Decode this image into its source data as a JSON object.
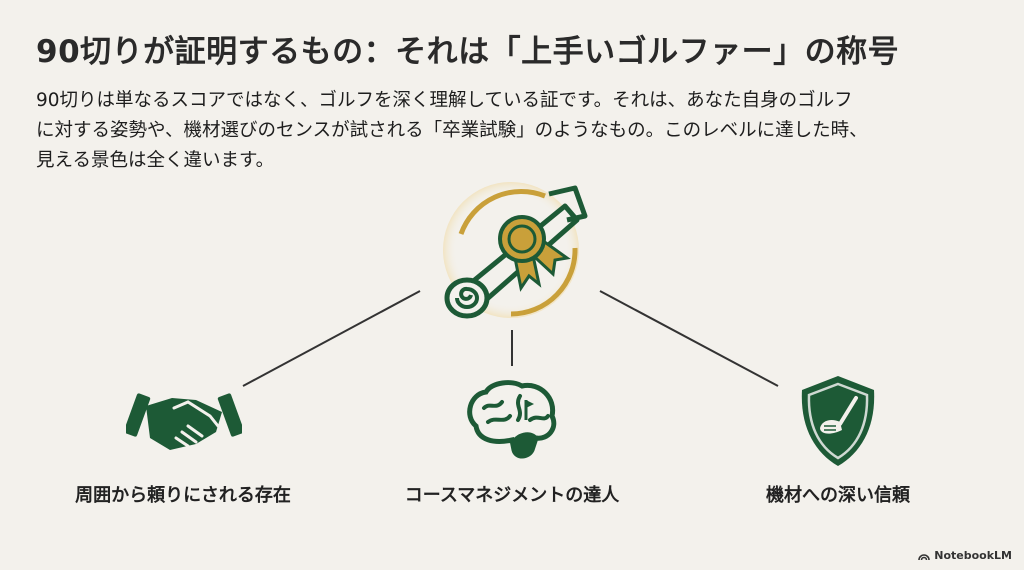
{
  "title": "90切りが証明するもの：それは「上手いゴルファー」の称号",
  "description": {
    "lines": [
      "90切りは単なるスコアではなく、ゴルフを深く理解している証です。それは、あなた自身のゴルフ",
      "に対する姿勢や、機材選びのセンスが試される「卒業試験」のようなもの。このレベルに達した時、",
      "見える景色は全く違います。"
    ]
  },
  "diagram": {
    "center": {
      "icon": "diploma-scroll-icon"
    },
    "nodes": [
      {
        "icon": "handshake-icon",
        "label": "周囲から頼りにされる存在"
      },
      {
        "icon": "brain-flag-icon",
        "label": "コースマネジメントの達人"
      },
      {
        "icon": "shield-golf-club-icon",
        "label": "機材への深い信頼"
      }
    ]
  },
  "colors": {
    "background": "#f3f1ec",
    "green": "#1d5a36",
    "gold": "#c9a03a",
    "text": "#222222"
  },
  "brand": {
    "icon": "notebooklm-logo-icon",
    "label": "NotebookLM"
  }
}
